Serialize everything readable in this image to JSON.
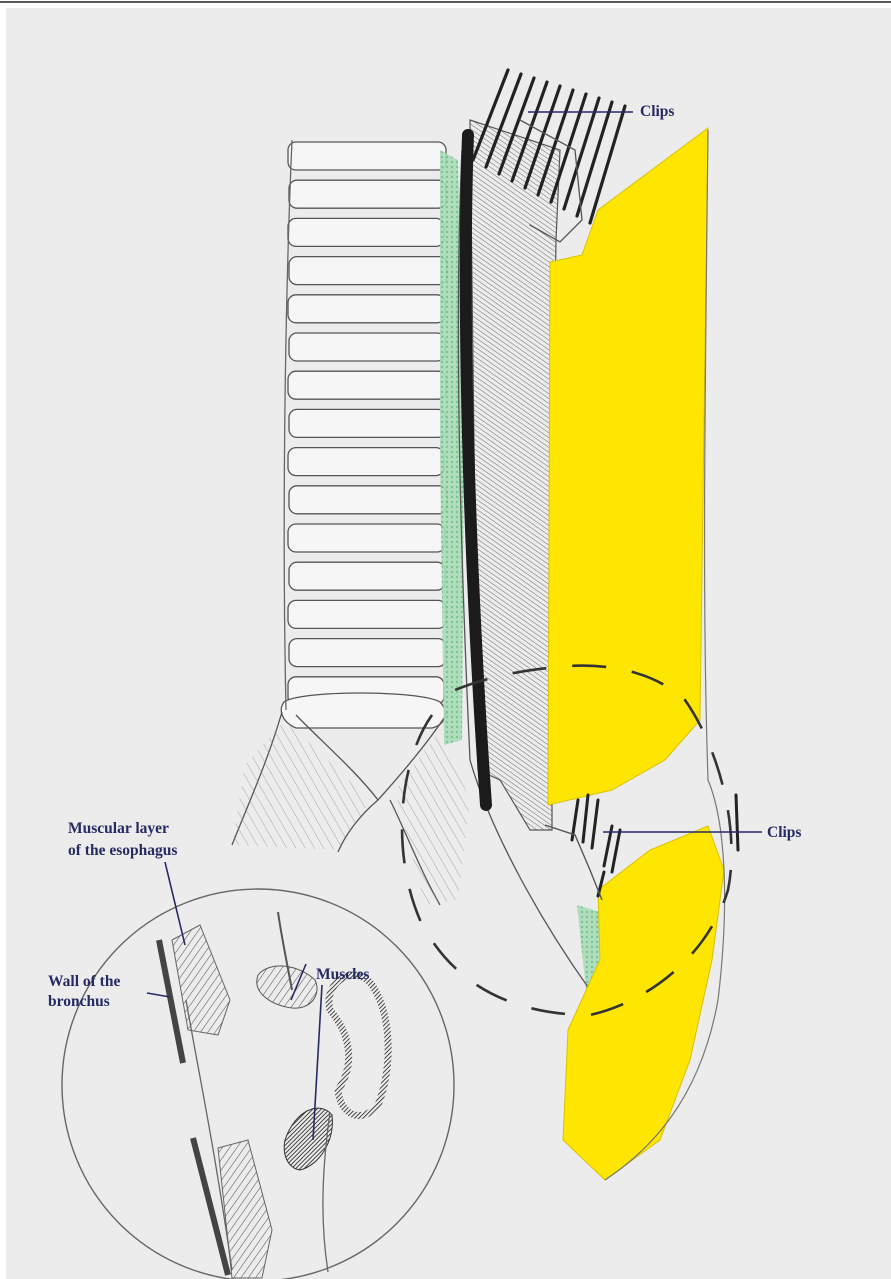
{
  "labels": {
    "clips_top": "Clips",
    "clips_middle": "Clips",
    "muscular_layer_line1": "Muscular layer",
    "muscular_layer_line2": "of the esophagus",
    "wall_line1": "Wall of the",
    "wall_line2": "bronchus",
    "muscles": "Muscles"
  },
  "colors": {
    "paper": "#ececec",
    "pencil": "#3a3a3a",
    "label_text": "#262a63",
    "yellow_highlight": "#ffe600",
    "green_tissue": "#8fd0a4"
  }
}
